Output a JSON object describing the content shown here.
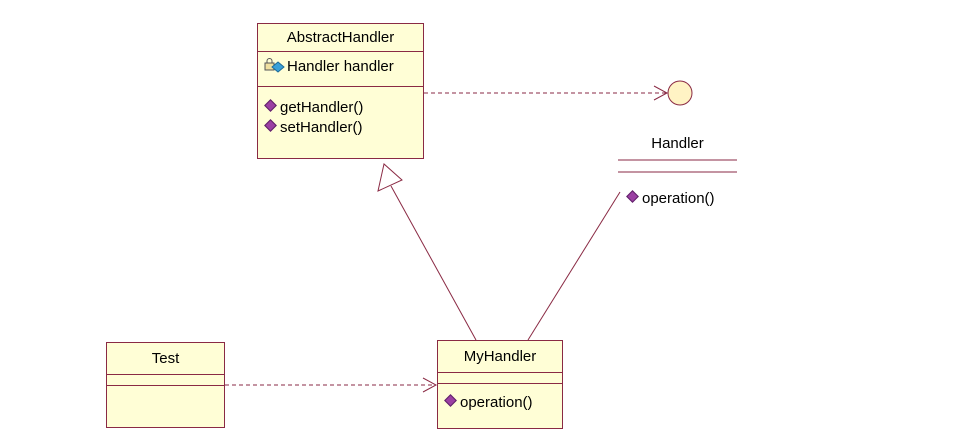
{
  "classes": {
    "abstract_handler": {
      "name": "AbstractHandler",
      "attributes": [
        "Handler handler"
      ],
      "operations": [
        "getHandler()",
        "setHandler()"
      ]
    },
    "my_handler": {
      "name": "MyHandler",
      "operations": [
        "operation()"
      ]
    },
    "test": {
      "name": "Test"
    }
  },
  "interface": {
    "name": "Handler",
    "operations": [
      "operation()"
    ]
  },
  "colors": {
    "class_fill": "#fffed6",
    "border": "#8a2a44",
    "interface_fill": "#fff3c4",
    "operation_icon": "#9b3fa3"
  },
  "icons": {
    "attribute": "locked-field-icon",
    "operation": "method-diamond-icon",
    "interface": "lollipop-circle-icon"
  }
}
